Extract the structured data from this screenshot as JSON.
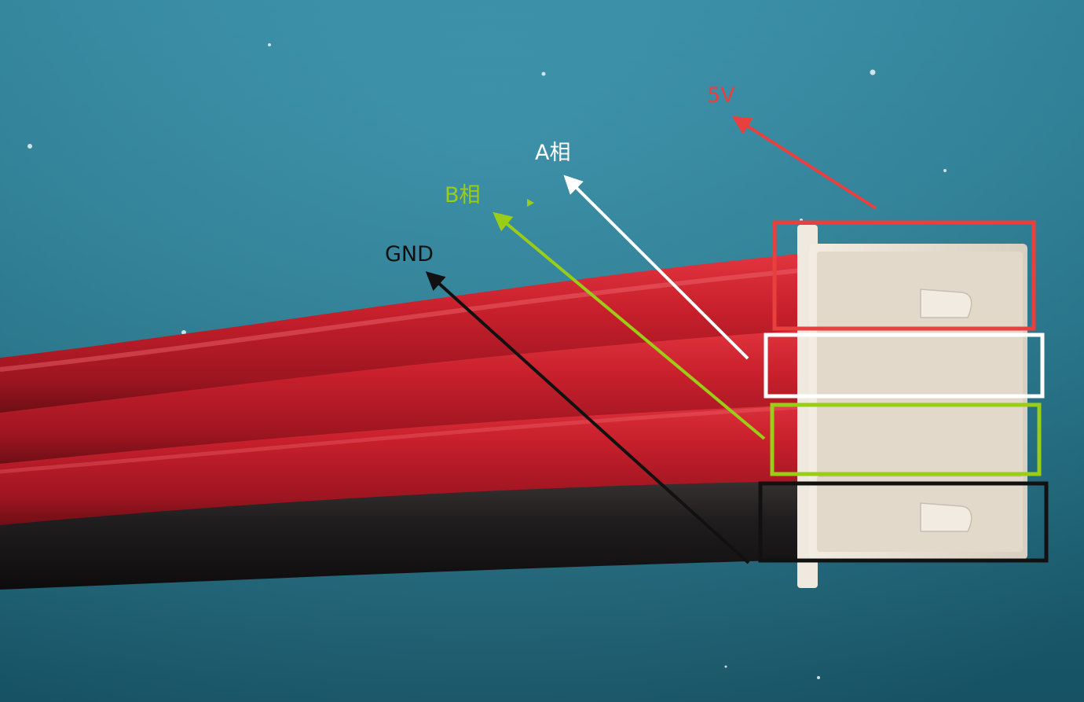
{
  "annotations": [
    {
      "id": "5v",
      "label": "5V",
      "color": "#e8403f"
    },
    {
      "id": "a",
      "label": "A相",
      "color": "#ffffff"
    },
    {
      "id": "b",
      "label": "B相",
      "color": "#9acd17"
    },
    {
      "id": "gnd",
      "label": "GND",
      "color": "#111111"
    }
  ],
  "colors": {
    "background": "#24839c",
    "red_wire": "#c2212c",
    "black_wire": "#1c1a1c",
    "connector": "#eae2d6"
  }
}
